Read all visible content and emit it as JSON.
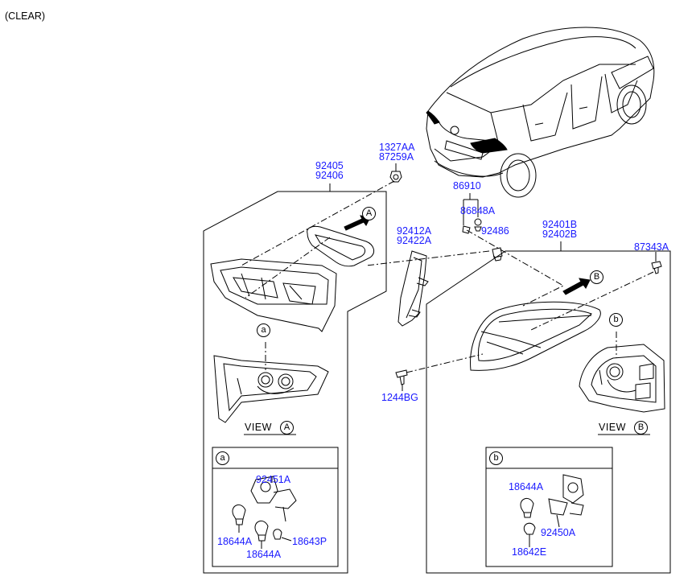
{
  "header": {
    "variant": "(CLEAR)"
  },
  "colors": {
    "part_number": "#1a1aff",
    "line": "#000000"
  },
  "labels": {
    "p1327AA": "1327AA",
    "p87259A": "87259A",
    "p92405": "92405",
    "p92406": "92406",
    "p86910": "86910",
    "p86848A": "86848A",
    "p92412A": "92412A",
    "p92422A": "92422A",
    "p92486": "92486",
    "p92401B": "92401B",
    "p92402B": "92402B",
    "p87343A": "87343A",
    "p1244BG": "1244BG",
    "p92451A": "92451A",
    "p18644A_1": "18644A",
    "p18644A_2": "18644A",
    "p18643P": "18643P",
    "p18644A_3": "18644A",
    "p92450A": "92450A",
    "p18642E": "18642E"
  },
  "views": {
    "view_a_text": "VIEW",
    "view_a_mark": "A",
    "view_b_text": "VIEW",
    "view_b_mark": "B"
  },
  "callouts": {
    "arrow_a": "A",
    "arrow_b": "B",
    "ref_a": "a",
    "ref_b": "b",
    "box_a": "a",
    "box_b": "b"
  }
}
